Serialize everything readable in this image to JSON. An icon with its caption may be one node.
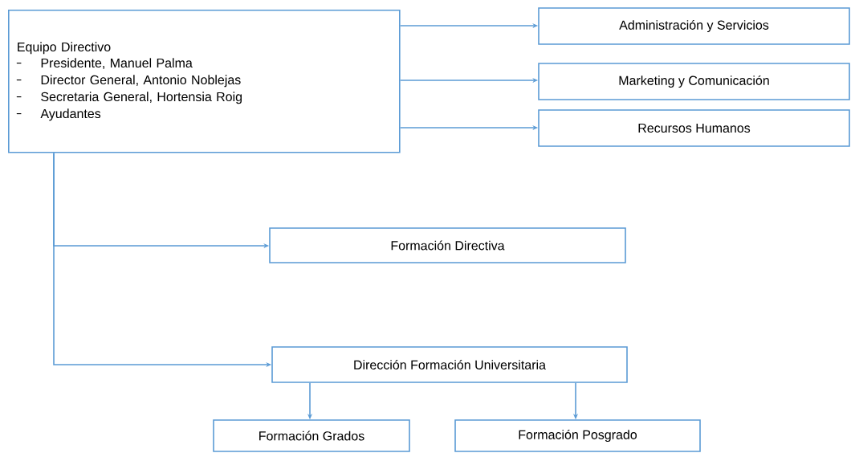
{
  "diagram": {
    "nodes": [
      {
        "text": [
          "Equipo Directivo",
          "Presidente, Manuel Palma",
          "Director General, Antonio Noblejas",
          "Secretaria General, Hortensia Roig",
          "Ayudantes"
        ]
      },
      {
        "text": [
          "Administración y Servicios"
        ]
      },
      {
        "text": [
          "Marketing y Comunicación"
        ]
      },
      {
        "text": [
          "Recursos Humanos"
        ]
      },
      {
        "text": [
          "Formación Directiva"
        ]
      },
      {
        "text": [
          "Dirección Formación Universitaria"
        ]
      },
      {
        "text": [
          "Formación Grados"
        ]
      },
      {
        "text": [
          "Formación Posgrado"
        ]
      }
    ],
    "edges": [
      {
        "from": 0,
        "to": 1,
        "arrow": "to"
      },
      {
        "from": 0,
        "to": 2,
        "arrow": "to"
      },
      {
        "from": 0,
        "to": 3,
        "arrow": "to"
      },
      {
        "from": 0,
        "to": 4,
        "arrow": "to"
      },
      {
        "from": 0,
        "to": 5,
        "arrow": "to"
      },
      {
        "from": 5,
        "to": 6,
        "arrow": "to"
      },
      {
        "from": 5,
        "to": 7,
        "arrow": "to"
      }
    ]
  }
}
